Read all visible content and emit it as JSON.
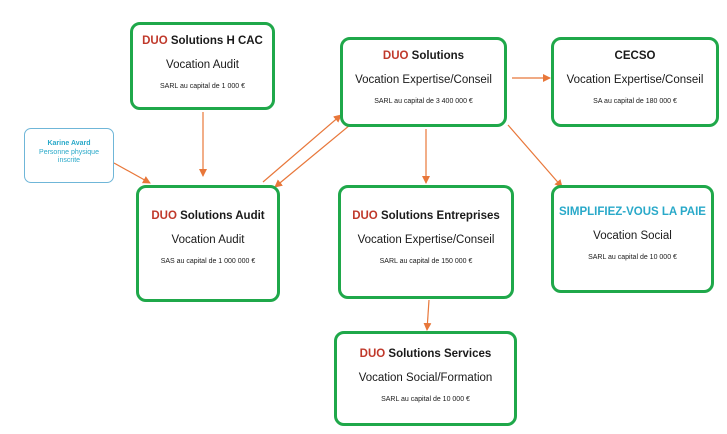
{
  "colors": {
    "box_border": "#1fa84a",
    "brand_red": "#c0392b",
    "cyan": "#29a9c9",
    "arrow": "#e8773a"
  },
  "person": {
    "name": "Karine Avard",
    "line1": "Personne physique",
    "line2": "inscrite"
  },
  "entities": {
    "hcac": {
      "brand": "DUO",
      "name": " Solutions H CAC",
      "vocation": "Vocation Audit",
      "capital": "SARL au capital de 1 000 €"
    },
    "sol": {
      "brand": "DUO",
      "name": " Solutions",
      "vocation": "Vocation Expertise/Conseil",
      "capital": "SARL au capital de 3 400 000 €"
    },
    "cecso": {
      "name": "CECSO",
      "vocation": "Vocation Expertise/Conseil",
      "capital": "SA au capital de 180 000 €"
    },
    "audit": {
      "brand": "DUO",
      "name": " Solutions Audit",
      "vocation": "Vocation Audit",
      "capital": "SAS au capital de 1 000 000 €"
    },
    "ent": {
      "brand": "DUO",
      "name": " Solutions Entreprises",
      "vocation": "Vocation Expertise/Conseil",
      "capital": "SARL au capital de 150 000 €"
    },
    "paie": {
      "name": "SIMPLIFIEZ-VOUS LA PAIE",
      "vocation": "Vocation Social",
      "capital": "SARL au capital de 10 000 €"
    },
    "serv": {
      "brand": "DUO",
      "name": " Solutions Services",
      "vocation": "Vocation Social/Formation",
      "capital": "SARL au capital de 10 000 €"
    }
  }
}
